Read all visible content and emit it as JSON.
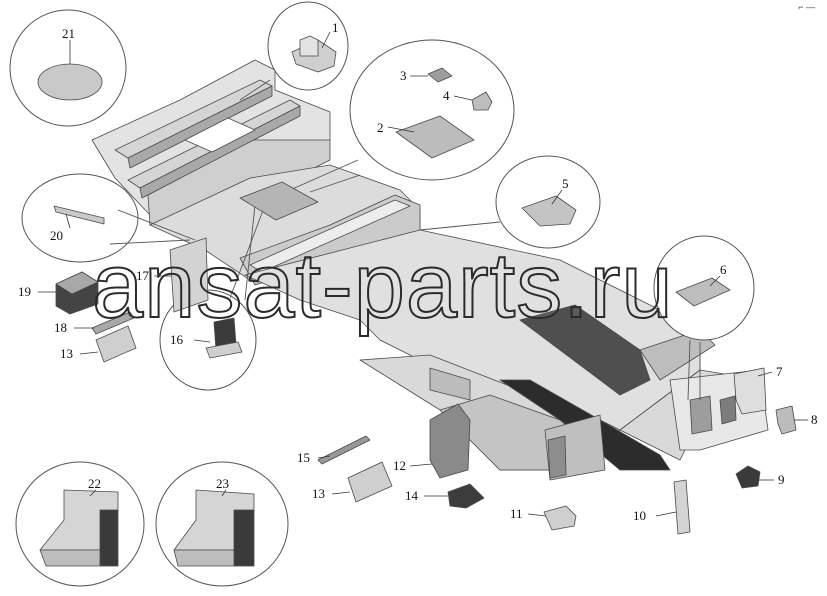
{
  "diagram": {
    "callouts": [
      "1",
      "2",
      "3",
      "4",
      "5",
      "6",
      "7",
      "8",
      "9",
      "10",
      "11",
      "12",
      "13",
      "13",
      "14",
      "15",
      "16",
      "17",
      "18",
      "19",
      "20",
      "21",
      "22",
      "23"
    ],
    "watermark": "ansat-parts.ru",
    "corner_mark": "⌐ ―"
  },
  "colors": {
    "panel_light": "#e6e6e6",
    "panel_mid": "#cfcfcf",
    "panel_dark": "#8f8f8f",
    "outline": "#4a4a4a"
  }
}
